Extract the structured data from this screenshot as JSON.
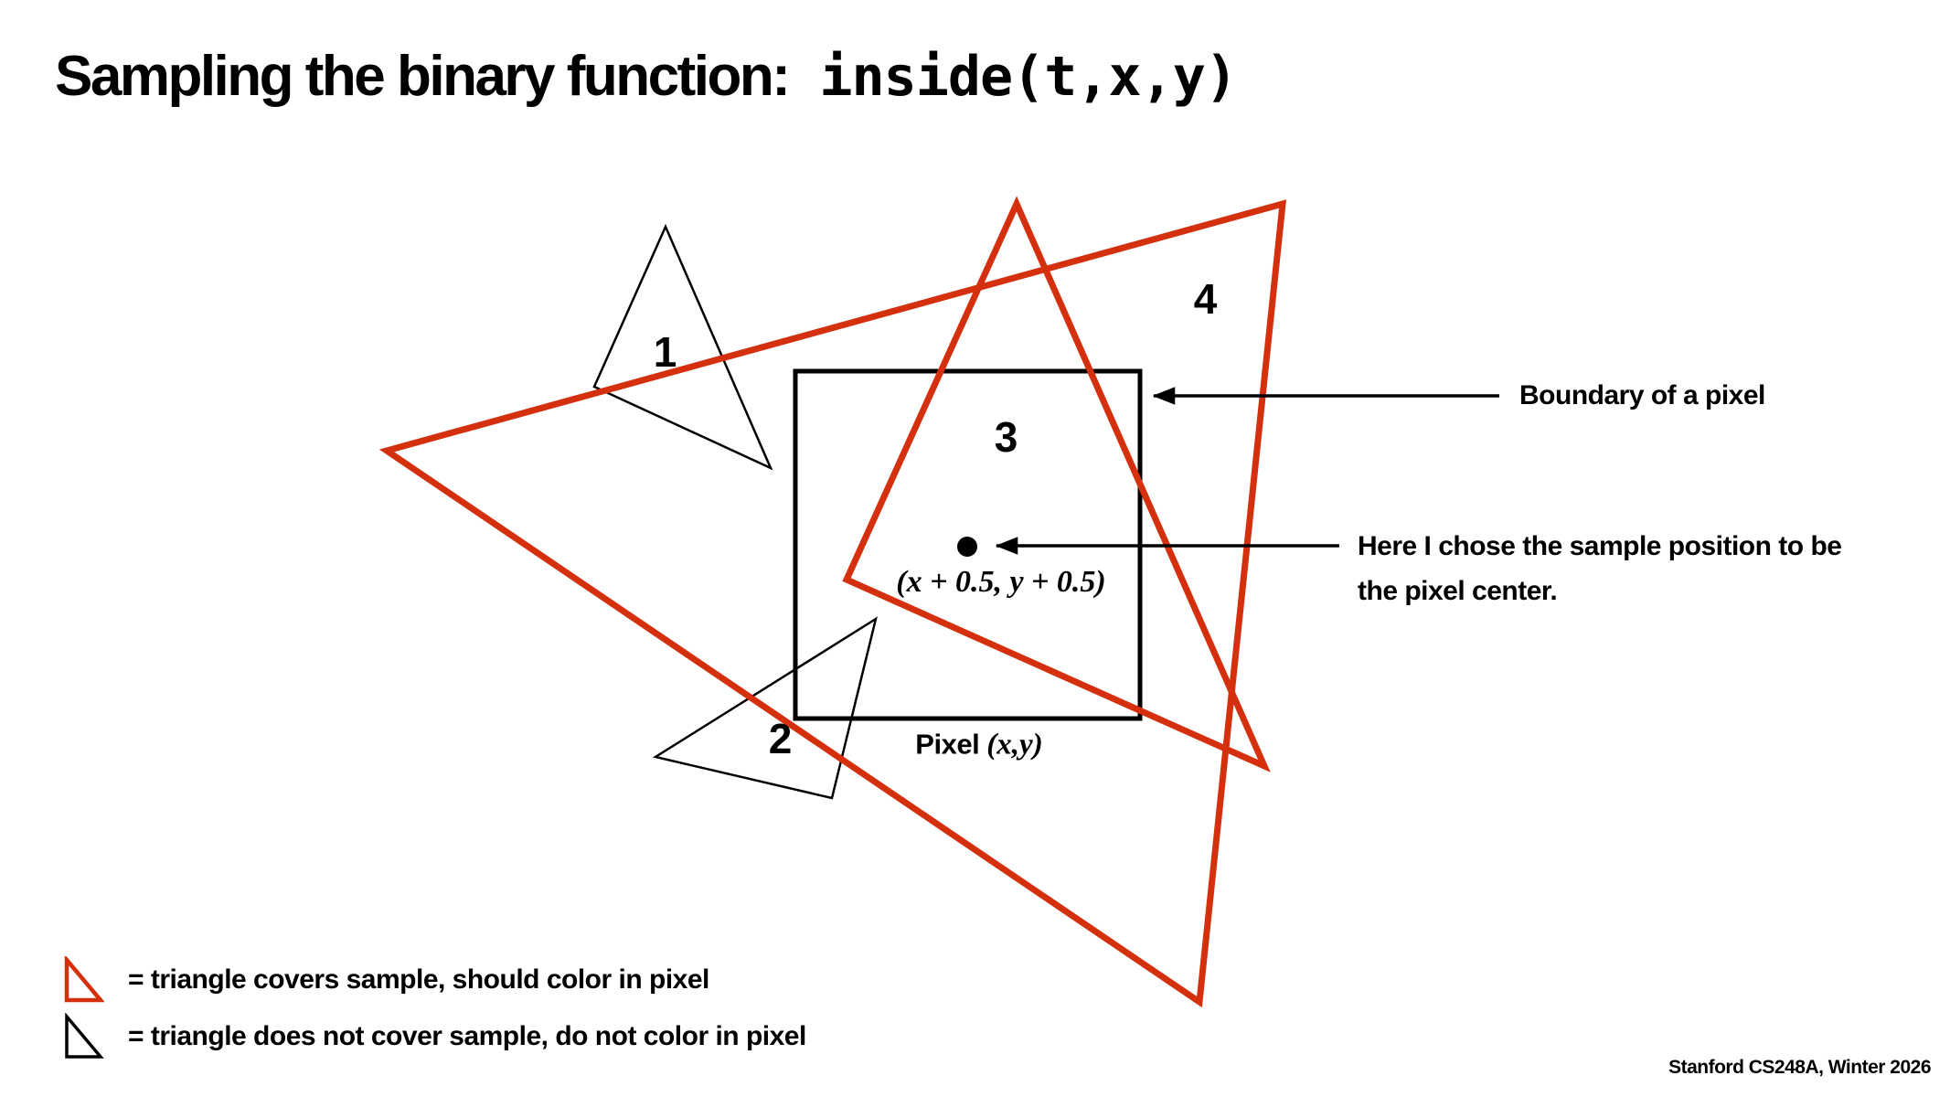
{
  "slide": {
    "title": "Sampling the binary function:",
    "title_code": "inside(t,x,y)",
    "footer": "Stanford CS248A, Winter 2026"
  },
  "diagram": {
    "triangle_labels": [
      "1",
      "2",
      "3",
      "4"
    ],
    "sample_point_coords": "(x + 0.5, y + 0.5)",
    "pixel_label_prefix": "Pixel ",
    "pixel_label_coords": "(x,y)",
    "callouts": {
      "boundary": "Boundary of a pixel",
      "sample_line1": "Here I chose the sample position to be",
      "sample_line2": "the pixel center."
    }
  },
  "legend": {
    "covers_label": "= triangle covers sample, should color in pixel",
    "not_covers_label": "= triangle does not cover sample, do not color in pixel"
  },
  "colors": {
    "red": "#d5300e",
    "black": "#000000"
  }
}
